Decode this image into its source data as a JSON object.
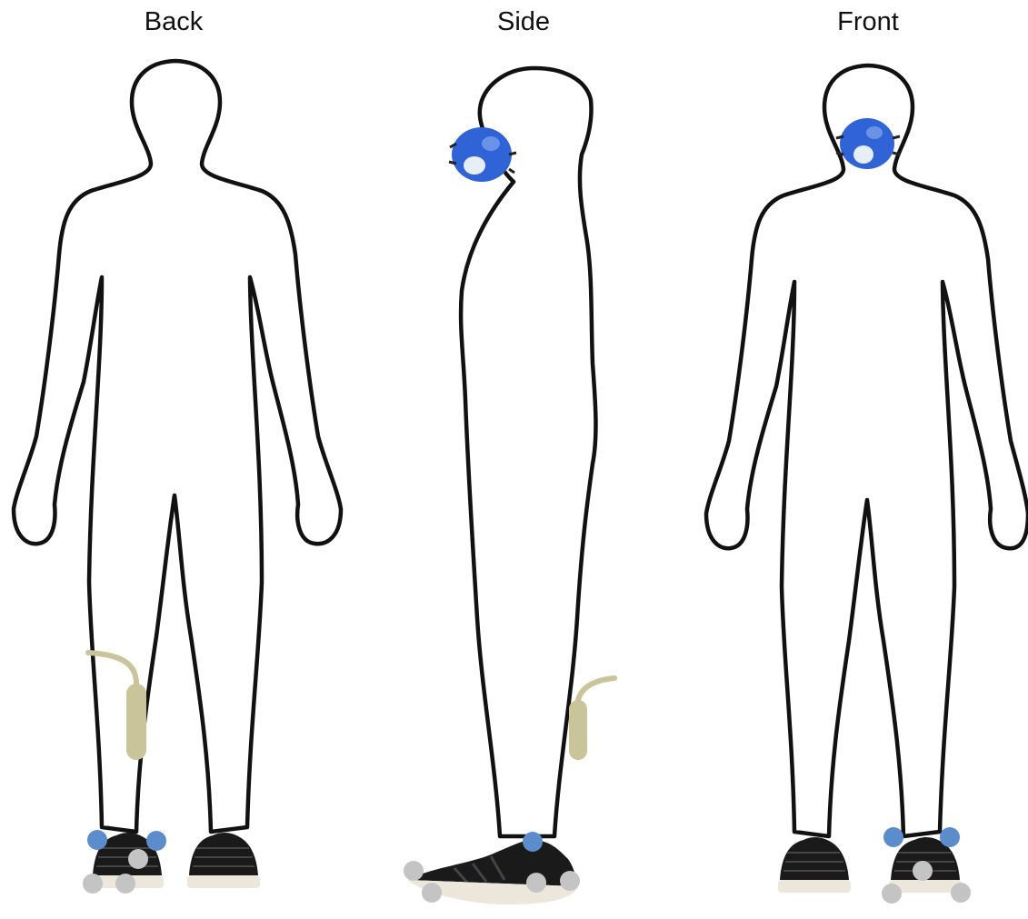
{
  "views": {
    "back": {
      "title": "Back"
    },
    "side": {
      "title": "Side"
    },
    "front": {
      "title": "Front"
    }
  },
  "colors": {
    "outline": "#111111",
    "sensor_marker": "#5b8ccb",
    "reflective_marker": "#c4c4c4",
    "accelerometer": "#c9c49a",
    "mask": "#2f63d6",
    "shoe": "#1a1a1a",
    "sole": "#ece7da"
  },
  "icons": {
    "mask": "respiratory-mask-icon",
    "shoe": "running-shoe-icon",
    "sensor": "accelerometer-sensor-icon"
  }
}
